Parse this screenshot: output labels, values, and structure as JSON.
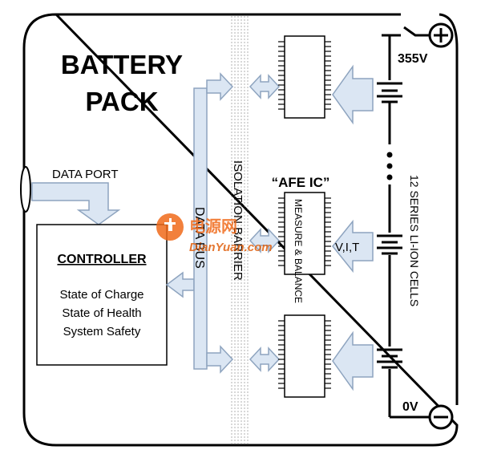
{
  "title": [
    "BATTERY",
    "PACK"
  ],
  "data_port_label": "DATA PORT",
  "controller": {
    "heading": "CONTROLLER",
    "lines": [
      "State of Charge",
      "State of Health",
      "System Safety"
    ]
  },
  "data_bus_label": "DATA BUS",
  "isolation_barrier_label": "ISOLATION BARRIER",
  "afe_label": "“AFE IC”",
  "afe_function_label": "MEASURE & BALANCE",
  "measurement_label": "V,I,T",
  "cells_label": "12 SERIES LI-ION CELLS",
  "voltage_top": "355V",
  "voltage_bottom": "0V",
  "watermark": {
    "brand": "电源网",
    "url": "DianYuan.com"
  },
  "colors": {
    "arrow_fill": "#dbe6f3",
    "arrow_stroke": "#8ea4bf",
    "outline": "#000000"
  }
}
